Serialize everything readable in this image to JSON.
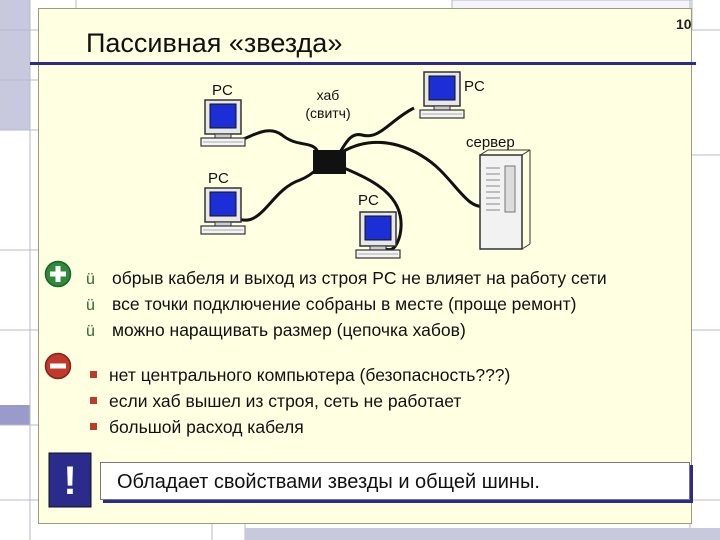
{
  "slide": {
    "title": "Пассивная «звезда»",
    "number": "10"
  },
  "diagram": {
    "labels": {
      "pc_top_left": "PC",
      "hub_line1": "хаб",
      "hub_line2": "(свитч)",
      "pc_top_right": "PC",
      "server": "сервер",
      "pc_mid_left": "PC",
      "pc_bottom": "PC"
    }
  },
  "pros": {
    "marker": "ü",
    "items": [
      "обрыв кабеля и выход из строя PC не влияет на работу сети",
      "все точки подключение собраны в месте (проще ремонт)",
      "можно наращивать размер (цепочка хабов)"
    ]
  },
  "cons": {
    "items": [
      "нет центрального компьютера (безопасность???)",
      "если хаб вышел из строя, сеть не работает",
      "большой расход кабеля"
    ]
  },
  "note": {
    "icon_text": "!",
    "text": "Обладает свойствами звезды и общей шины."
  },
  "colors": {
    "panel": "#ffffe2",
    "accent_blue": "#2b2b8c",
    "plus_green": "#2e8b3c",
    "minus_red": "#c0392b"
  }
}
